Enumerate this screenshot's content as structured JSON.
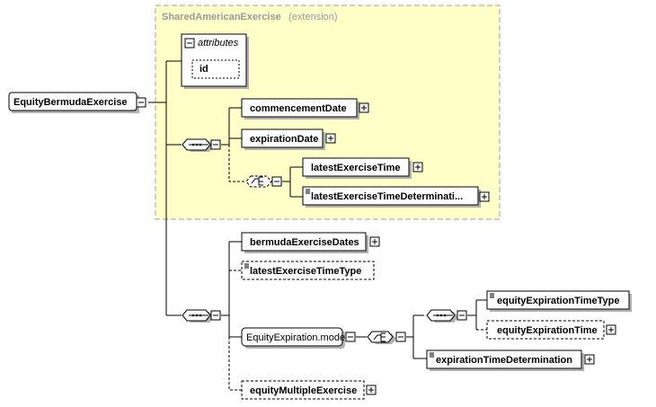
{
  "extension": {
    "name": "SharedAmericanExercise",
    "note": "(extension)",
    "attributes_label": "attributes",
    "attribute_id": "id"
  },
  "root": {
    "label": "EquityBermudaExercise"
  },
  "elements": {
    "commencementDate": "commencementDate",
    "expirationDate": "expirationDate",
    "latestExerciseTime": "latestExerciseTime",
    "latestExerciseTimeDetermination": "latestExerciseTimeDeterminati...",
    "bermudaExerciseDates": "bermudaExerciseDates",
    "latestExerciseTimeType": "latestExerciseTimeType",
    "equityExpirationModel": "EquityExpiration.model",
    "equityExpirationTimeType": "equityExpirationTimeType",
    "equityExpirationTime": "equityExpirationTime",
    "expirationTimeDetermination": "expirationTimeDetermination",
    "equityMultipleExercise": "equityMultipleExercise"
  },
  "colors": {
    "extension_fill": "#ffffc8",
    "extension_border": "#a0a0a0",
    "node_fill": "#ffffff",
    "shadow": "#b0b0b0"
  }
}
